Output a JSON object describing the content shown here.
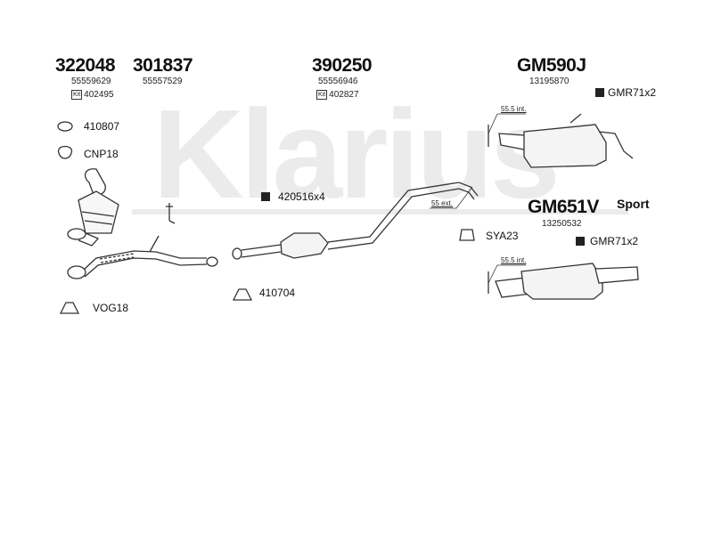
{
  "watermark": "Klarius",
  "groups": [
    {
      "part": "322048",
      "oem": "55559629",
      "kit": "402495"
    },
    {
      "part": "301837",
      "oem": "55557529"
    },
    {
      "part": "390250",
      "oem": "55556946",
      "kit": "402827"
    },
    {
      "part": "GM590J",
      "oem": "13195870"
    },
    {
      "part": "GM651V",
      "oem": "13250532"
    }
  ],
  "kit_prefix": "Kit",
  "fittings": {
    "f410807": "410807",
    "cnp18": "CNP18",
    "vog18": "VOG18",
    "f420516": "420516x4",
    "f410704": "410704",
    "sya23": "SYA23",
    "gmr_upper": "GMR71x2",
    "gmr_lower": "GMR71x2"
  },
  "sport_label": "Sport",
  "dimensions": {
    "upper_int": "55.5 int.",
    "ext": "55 ext.",
    "lower_int": "55.5 int."
  },
  "colors": {
    "line": "#333333",
    "watermark": "#e9e9e9",
    "text": "#111111"
  }
}
